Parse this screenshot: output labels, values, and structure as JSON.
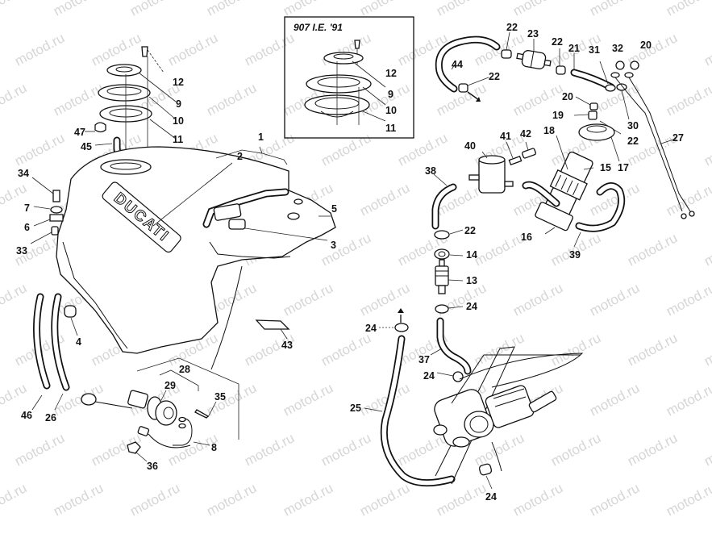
{
  "diagram": {
    "subject": "Fuel tank and fuel system exploded parts diagram",
    "tank_logo": "DUCATI",
    "watermark": "motod.ru",
    "inset": {
      "title": "907 I.E. '91",
      "labels": [
        "12",
        "9",
        "10",
        "11"
      ]
    },
    "callouts": [
      {
        "id": "c12",
        "text": "12"
      },
      {
        "id": "c9",
        "text": "9"
      },
      {
        "id": "c10",
        "text": "10"
      },
      {
        "id": "c11",
        "text": "11"
      },
      {
        "id": "c47",
        "text": "47"
      },
      {
        "id": "c45",
        "text": "45"
      },
      {
        "id": "c1",
        "text": "1"
      },
      {
        "id": "c2",
        "text": "2"
      },
      {
        "id": "c34",
        "text": "34"
      },
      {
        "id": "c7",
        "text": "7"
      },
      {
        "id": "c6",
        "text": "6"
      },
      {
        "id": "c33",
        "text": "33"
      },
      {
        "id": "c5",
        "text": "5"
      },
      {
        "id": "c3",
        "text": "3"
      },
      {
        "id": "c4",
        "text": "4"
      },
      {
        "id": "c43",
        "text": "43"
      },
      {
        "id": "c46",
        "text": "46"
      },
      {
        "id": "c26",
        "text": "26"
      },
      {
        "id": "c28",
        "text": "28"
      },
      {
        "id": "c29",
        "text": "29"
      },
      {
        "id": "c35",
        "text": "35"
      },
      {
        "id": "c8",
        "text": "8"
      },
      {
        "id": "c36",
        "text": "36"
      },
      {
        "id": "c22a",
        "text": "22"
      },
      {
        "id": "c23",
        "text": "23"
      },
      {
        "id": "c22b",
        "text": "22"
      },
      {
        "id": "c21",
        "text": "21"
      },
      {
        "id": "c31",
        "text": "31"
      },
      {
        "id": "c32",
        "text": "32"
      },
      {
        "id": "c20a",
        "text": "20"
      },
      {
        "id": "c44",
        "text": "44"
      },
      {
        "id": "c22c",
        "text": "22"
      },
      {
        "id": "c20b",
        "text": "20"
      },
      {
        "id": "c19",
        "text": "19"
      },
      {
        "id": "c30",
        "text": "30"
      },
      {
        "id": "c27",
        "text": "27"
      },
      {
        "id": "c22d",
        "text": "22"
      },
      {
        "id": "c18",
        "text": "18"
      },
      {
        "id": "c41",
        "text": "41"
      },
      {
        "id": "c42",
        "text": "42"
      },
      {
        "id": "c40",
        "text": "40"
      },
      {
        "id": "c15",
        "text": "15"
      },
      {
        "id": "c17",
        "text": "17"
      },
      {
        "id": "c38",
        "text": "38"
      },
      {
        "id": "c22e",
        "text": "22"
      },
      {
        "id": "c14",
        "text": "14"
      },
      {
        "id": "c16",
        "text": "16"
      },
      {
        "id": "c39",
        "text": "39"
      },
      {
        "id": "c13",
        "text": "13"
      },
      {
        "id": "c24a",
        "text": "24"
      },
      {
        "id": "c24b",
        "text": "24"
      },
      {
        "id": "c37",
        "text": "37"
      },
      {
        "id": "c24c",
        "text": "24"
      },
      {
        "id": "c25",
        "text": "25"
      },
      {
        "id": "c24d",
        "text": "24"
      }
    ]
  }
}
